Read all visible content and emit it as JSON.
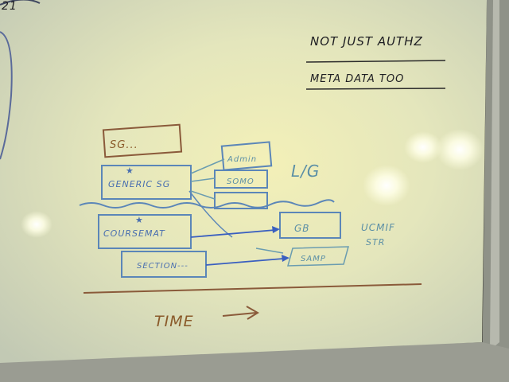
{
  "notes": {
    "line1": "NOT JUST AUTHZ",
    "line2": "META DATA TOO"
  },
  "diagram": {
    "top_box": "SG...",
    "generic_sg": "GENERIC SG",
    "small_box_1": "Admin",
    "small_box_2": "SOMO",
    "lg_label": "L/G",
    "course_mat": "COURSEMAT",
    "gb_box": "GB",
    "section_box": "SECTION---",
    "samp_box": "SAMP",
    "ucmif_line1": "UCMIF",
    "ucmif_line2": "STR"
  },
  "timeline": {
    "label": "TIME"
  },
  "corner_mark": "21"
}
